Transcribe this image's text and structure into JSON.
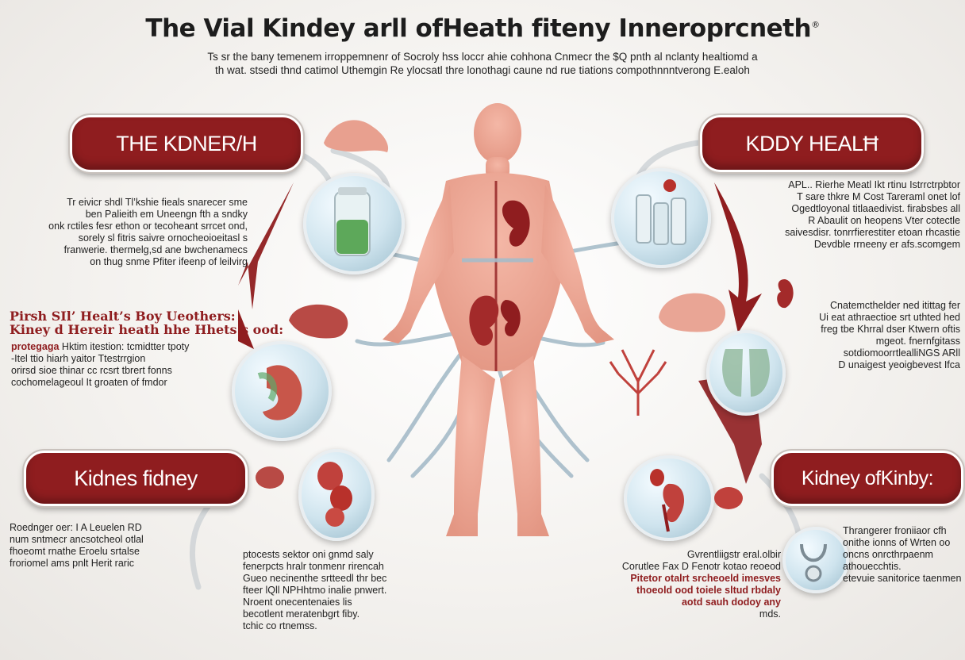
{
  "title": "The Vial Kindey arll ofHeath fiteny Inneroprcneth",
  "title_mark": "®",
  "subtitle": [
    "Ts sr the bany temenem irroppemnenr of Socroly hss loccr ahie cohhona Cnmecr the $Q pnth al nclanty healtiomd a",
    "th wat. stsedi thnd catimol Uthemgin Re ylocsatl thre lonothagi caune nd rue tiations compothnnntverong E.ealoh"
  ],
  "labels": {
    "top_left": "THE KDNER/H",
    "top_right": "KDDY HEALĦ",
    "bottom_left": "Kidnes fidney",
    "bottom_right": "Kidney ofKinby:"
  },
  "text_blocks": {
    "left_top": [
      "Tr eivicr shdl Tl’kshie fieals snarecer sme",
      "ben Palieith em Uneengn fth a sndky",
      "onk rctiles fesr ethon or tecoheant srrcet ond,",
      "sorely sl fitris saivre ornocheoioeitasl s",
      "franwerie. thermelg,sd ane bwchenamecs",
      "on thug snme Pfiter ifeenp of leilvirg"
    ],
    "left_mid_heading": [
      "Pirsh SIl’ Healt’s Boy  Ueothers:",
      "Kiney d Hereir heath  hhe Hhets s ood:",
      "protegaga"
    ],
    "left_mid_heading_rest": " Hktim itestion: tcmidtter tpoty",
    "left_mid": [
      "-Itel ttio hiarh yaitor  Ttestrrgion",
      "orirsd sioe thinar cc rcsrt tbrert fonns",
      "cochomelageoul It groaten of fmdor"
    ],
    "left_bottom": [
      "Roednger oer: I A Leuelen RD",
      "num  sntmecr ancsotcheol otlal",
      "fhoeomt rnathe Eroelu srtalse",
      "froriomel ams pnlt Herit raric"
    ],
    "center_bottom": [
      "ptocests sektor oni gnmd saly",
      "fenerpcts hralr tonmenr rirencah",
      "Gueo necinenthe srtteedl thr bec",
      "fteer lQll NPHhtmo inalie pnwert.",
      "Nroent onecentenaies lis",
      "becotlent meratenbgrt fiby.",
      "tchic co rtnemss."
    ],
    "right_top": [
      "APL.. Rierhe  Meatl Ikt rtinu Istrrctrpbtor",
      "T sare thkre  M Cost Tareraml onet lof",
      "Ogedtloyonal titlaaedivist. firabsbes all",
      "R Abaulit on heopens Vter cotectle",
      "saivesdisr. tonrrfierestiter etoan rhcastie",
      "Devdble rrneeny er afs.scomgem"
    ],
    "right_mid": [
      "Cnatemcthelder ned itittag fer",
      "Ui eat athraectioe srt uthted hed",
      "freg tbe Khrral dser Ktwern oftis",
      "mgeot.  fnernfgitass",
      "sotdiomoorrtlealliNGS ARll",
      "D unaigest yeoigbevest Ifca"
    ],
    "right_center_bottom": [
      "Gvrentliigstr eral.olbir",
      "Corutlee Fax D Fenotr kotao reoeod",
      "thoeold ood toiele sltud rbdaly",
      "aotd  sauh dodoy any",
      "mds."
    ],
    "right_center_bottom_heading": "Pitetor otalrt srcheoeld imesves",
    "right_bottom": [
      "Thrangerer froniiaor cfh",
      "onithe ionns of Wrten oo",
      "oncns onrcthrpaenm",
      "athouecchtis.",
      "etevuie sanitorice taenmen"
    ]
  },
  "colors": {
    "accent": "#8f1d1f",
    "body_skin": "#eaa18f",
    "vessels": "#a6bcc9",
    "circle_tint": "#cfe4ee"
  },
  "icons": [
    "human-body-figure",
    "kidney-icon",
    "jar-icon",
    "bottles-icon",
    "liver-icon",
    "lungs-tree-icon",
    "stethoscope-icon",
    "cells-icon"
  ]
}
